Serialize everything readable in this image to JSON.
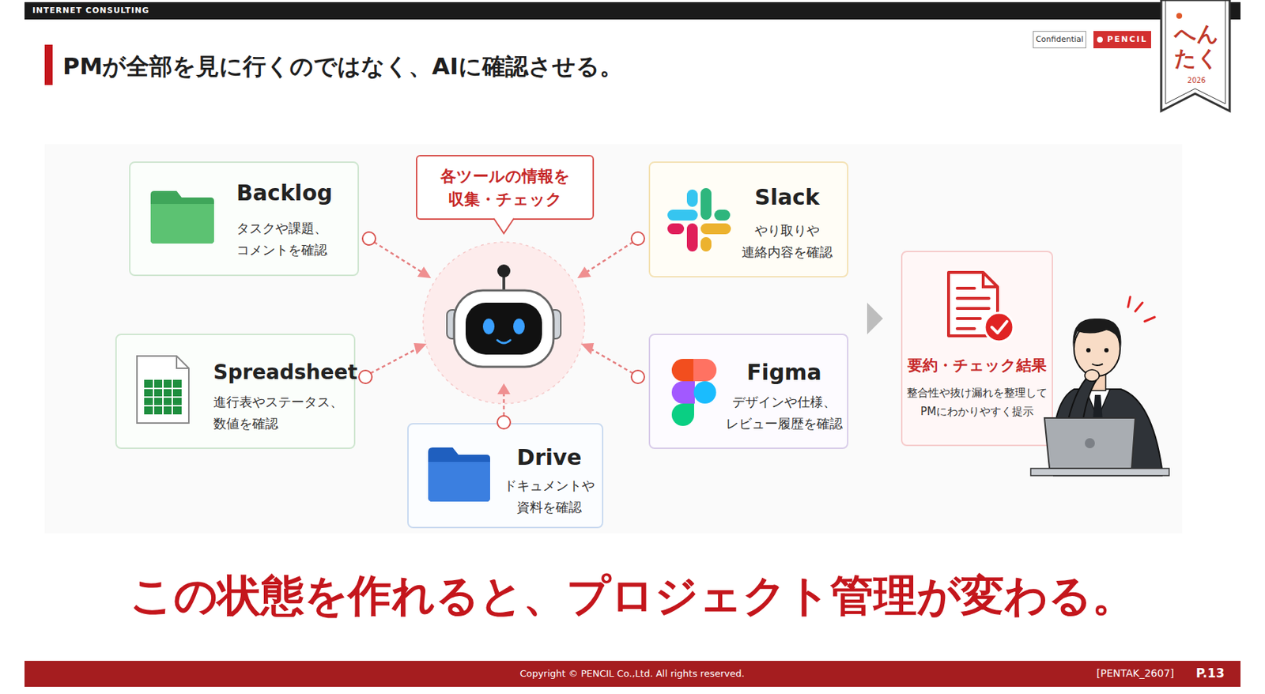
{
  "diagram": {
    "title": "PMが全部を見に行くのではなく、AIに確認させる。",
    "caption": "この状態を作れると、プロジェクト管理が変わる。",
    "nodes": [
      {
        "text": [
          "Backlog",
          "タスクや課題、 コメントを確認"
        ]
      },
      {
        "text": [
          "各ツールの情報を 収集・チェック"
        ]
      },
      {
        "text": [
          "Slack",
          "やり取りや 連絡内容を確認"
        ]
      },
      {
        "text": [
          "Spreadsheet",
          "進行表やステータス、 数値を確認"
        ]
      },
      {
        "text": [
          "Figma",
          "デザインや仕様、 レビュー履歴を確認"
        ]
      },
      {
        "text": [
          "要約・チェック結果",
          "整合性や抜け漏れを整理して PMにわかりやすく提示"
        ]
      },
      {
        "text": [
          "Drive",
          "ドキュメントや 資料を確認"
        ]
      }
    ],
    "labels": [
      "INTERNET CONSULTING",
      "Confidential",
      "PENCIL",
      "へんたく",
      "2026",
      "Copyright © PENCIL Co.,Ltd. All rights reserved.",
      "[PENTAK_2607]",
      "P.13"
    ]
  }
}
